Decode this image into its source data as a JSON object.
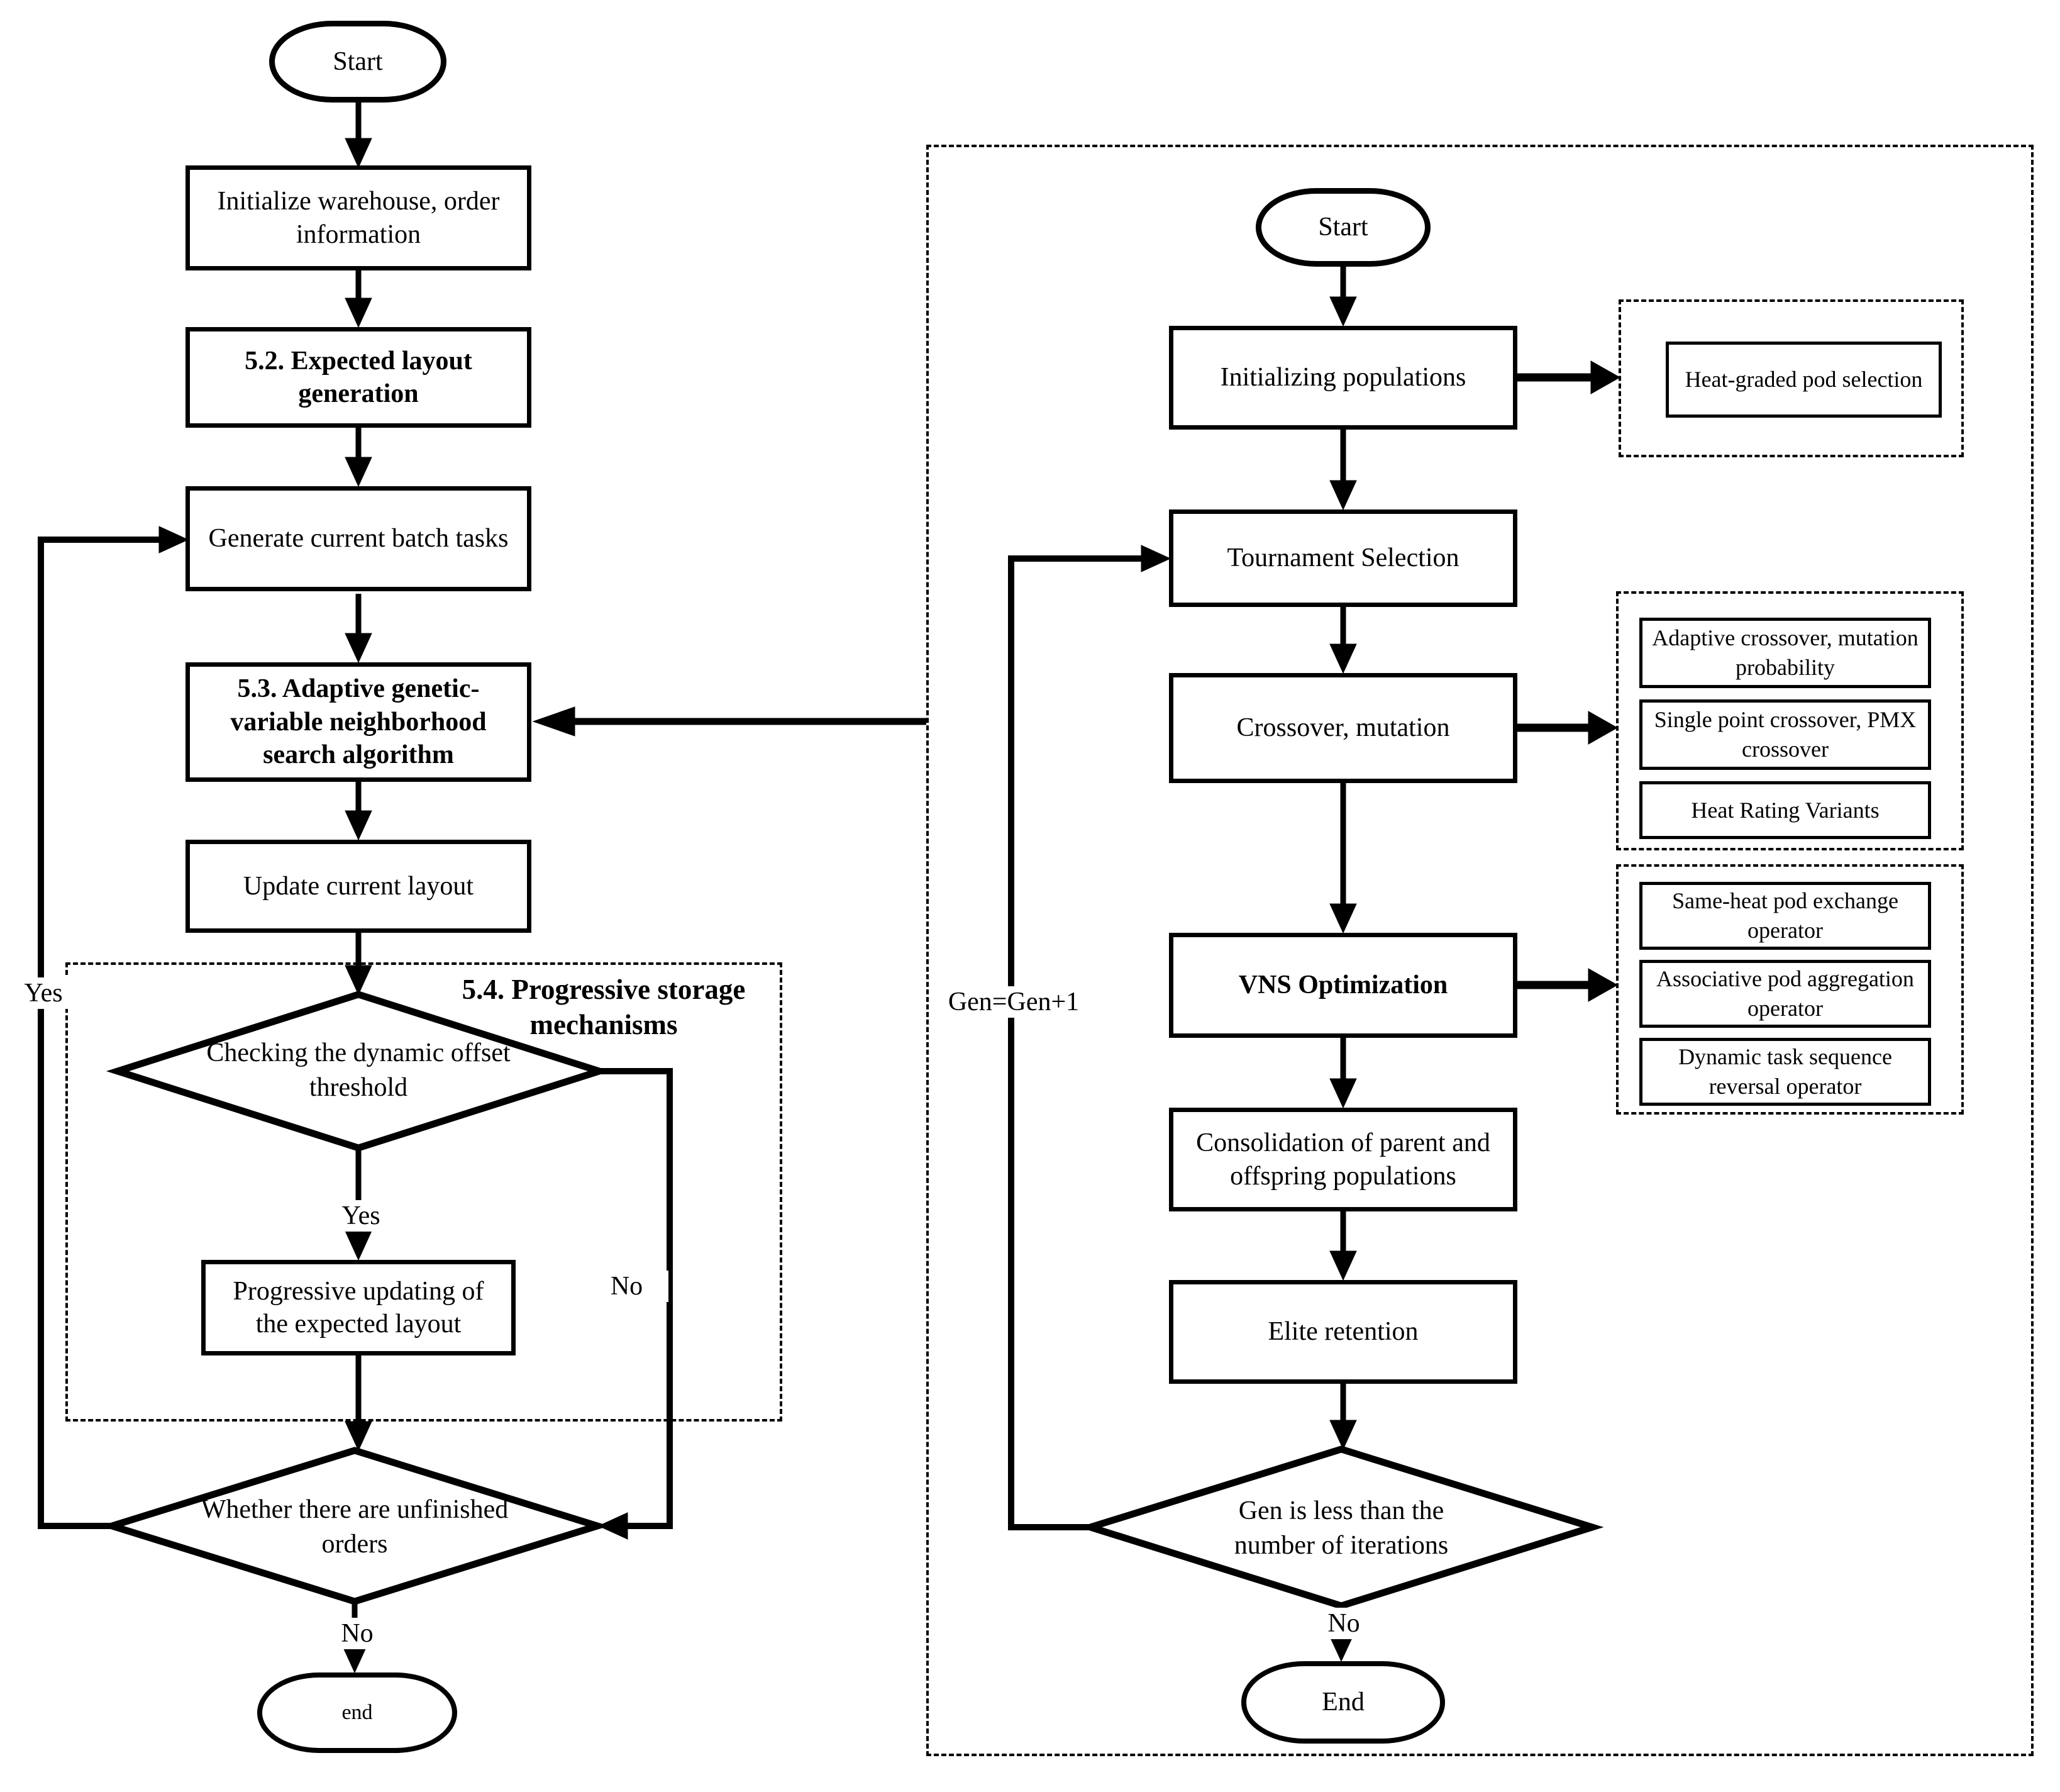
{
  "left": {
    "start_label": "Start",
    "init": "Initialize warehouse, order information",
    "s52": "5.2. Expected layout generation",
    "generate": "Generate current batch tasks",
    "s53": "5.3. Adaptive genetic-variable neighborhood search algorithm",
    "update": "Update current layout",
    "s54_title": "5.4. Progressive storage mechanisms",
    "check": "Checking the dynamic offset threshold",
    "yes_mid": "Yes",
    "progressive": "Progressive updating of the expected layout",
    "no_branch": "No",
    "unfinished": "Whether there are unfinished orders",
    "no_bottom": "No",
    "yes_loop": "Yes",
    "end_label": "end"
  },
  "right": {
    "start_label": "Start",
    "init_pop": "Initializing populations",
    "heat_pod": "Heat-graded pod selection",
    "tournament": "Tournament Selection",
    "crossover": "Crossover, mutation",
    "ops_crossover": [
      "Adaptive crossover, mutation probability",
      "Single point crossover, PMX crossover",
      "Heat Rating Variants"
    ],
    "vns": "VNS Optimization",
    "ops_vns": [
      "Same-heat pod exchange operator",
      "Associative pod aggregation operator",
      "Dynamic task sequence reversal operator"
    ],
    "consolidation": "Consolidation of parent and offspring populations",
    "elite": "Elite retention",
    "gen_check": "Gen is less than the number of iterations",
    "no_label": "No",
    "gen_label": "Gen=Gen+1",
    "end_label": "End"
  },
  "colors": {
    "line": "#000000",
    "background": "#ffffff"
  }
}
